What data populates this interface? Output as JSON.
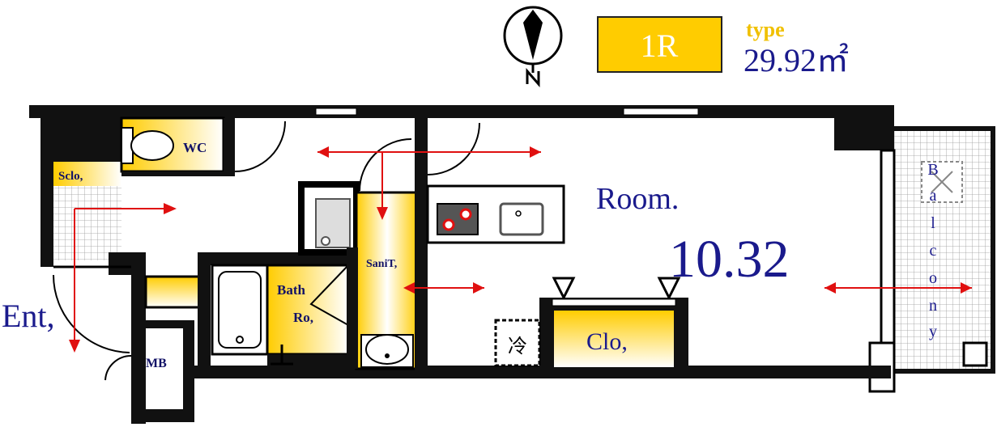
{
  "header": {
    "unit_type": "1R",
    "type_label": "type",
    "area": "29.92㎡"
  },
  "rooms": {
    "entrance": "Ent,",
    "wc": "WC",
    "shoe_closet": "Sclo,",
    "bath": "Bath",
    "bath_suffix": "Ro,",
    "sanitary": "SaniT,",
    "mb": "MB",
    "room": "Room.",
    "room_size": "10.32",
    "closet": "Clo,",
    "fridge": "冷",
    "balcony": [
      "B",
      "a",
      "l",
      "c",
      "o",
      "n",
      "y"
    ]
  },
  "colors": {
    "badge_fill": "#ffcc00",
    "type_text": "#f0c000",
    "label_navy": "#1a1a8c",
    "arrow": "#e01010",
    "wall": "#111111"
  },
  "icons": [
    "north-arrow-icon",
    "toilet-icon",
    "bathtub-icon",
    "sink-icon",
    "stove-icon",
    "washbasin-icon",
    "fridge-icon"
  ]
}
